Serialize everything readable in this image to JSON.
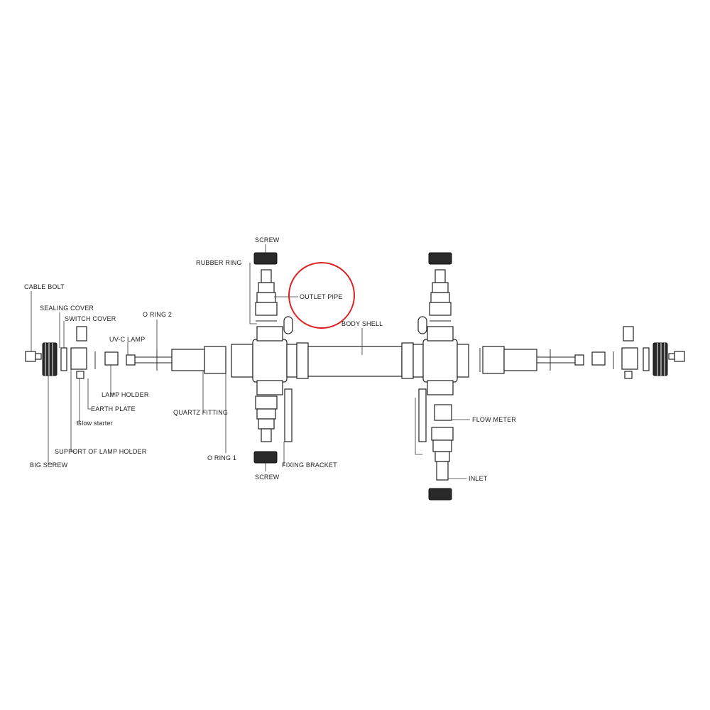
{
  "labels": {
    "screw_top": "SCREW",
    "rubber_ring": "RUBBER RING",
    "outlet_pipe": "OUTLET PIPE",
    "cable_bolt": "CABLE BOLT",
    "sealing_cover": "SEALING COVER",
    "switch_cover": "SWITCH COVER",
    "o_ring_2": "O RING 2",
    "uv_c_lamp": "UV-C LAMP",
    "body_shell": "BODY SHELL",
    "lamp_holder": "LAMP HOLDER",
    "earth_plate": "EARTH PLATE",
    "glow_starter": "Glow starter",
    "quartz_fitting": "QUARTZ FITTING",
    "support_of_lamp_holder": "SUPPORT OF LAMP HOLDER",
    "big_screw": "BIG SCREW",
    "o_ring_1": "O RING 1",
    "fixing_bracket": "FIXING BRACKET",
    "screw_bottom": "SCREW",
    "flow_meter": "FLOW METER",
    "inlet": "INLET"
  },
  "colors": {
    "highlight_circle": "#e02020",
    "line": "#222222"
  }
}
